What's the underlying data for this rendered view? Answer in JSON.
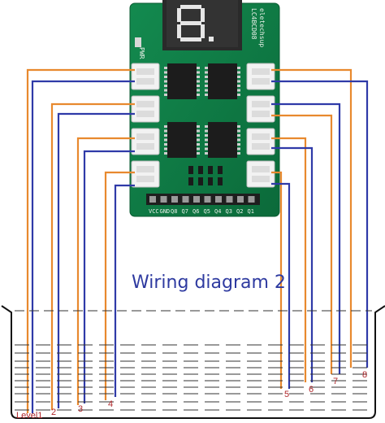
{
  "title": "Wiring diagram 2",
  "board": {
    "pwr_label": "PWR",
    "brand_label": "eletechsup",
    "model_label": "LC4BCD08",
    "pin_labels": [
      "VCC",
      "GND",
      "Q8",
      "Q7",
      "Q6",
      "Q5",
      "Q4",
      "Q3",
      "Q2",
      "Q1"
    ]
  },
  "level_labels": [
    "Level1",
    "2",
    "3",
    "4",
    "5",
    "6",
    "7",
    "8"
  ],
  "colors": {
    "orange_wire": "#e8892e",
    "blue_wire": "#2f3aa8",
    "pcb": "#0f7a45",
    "label_red": "#b0282c"
  }
}
